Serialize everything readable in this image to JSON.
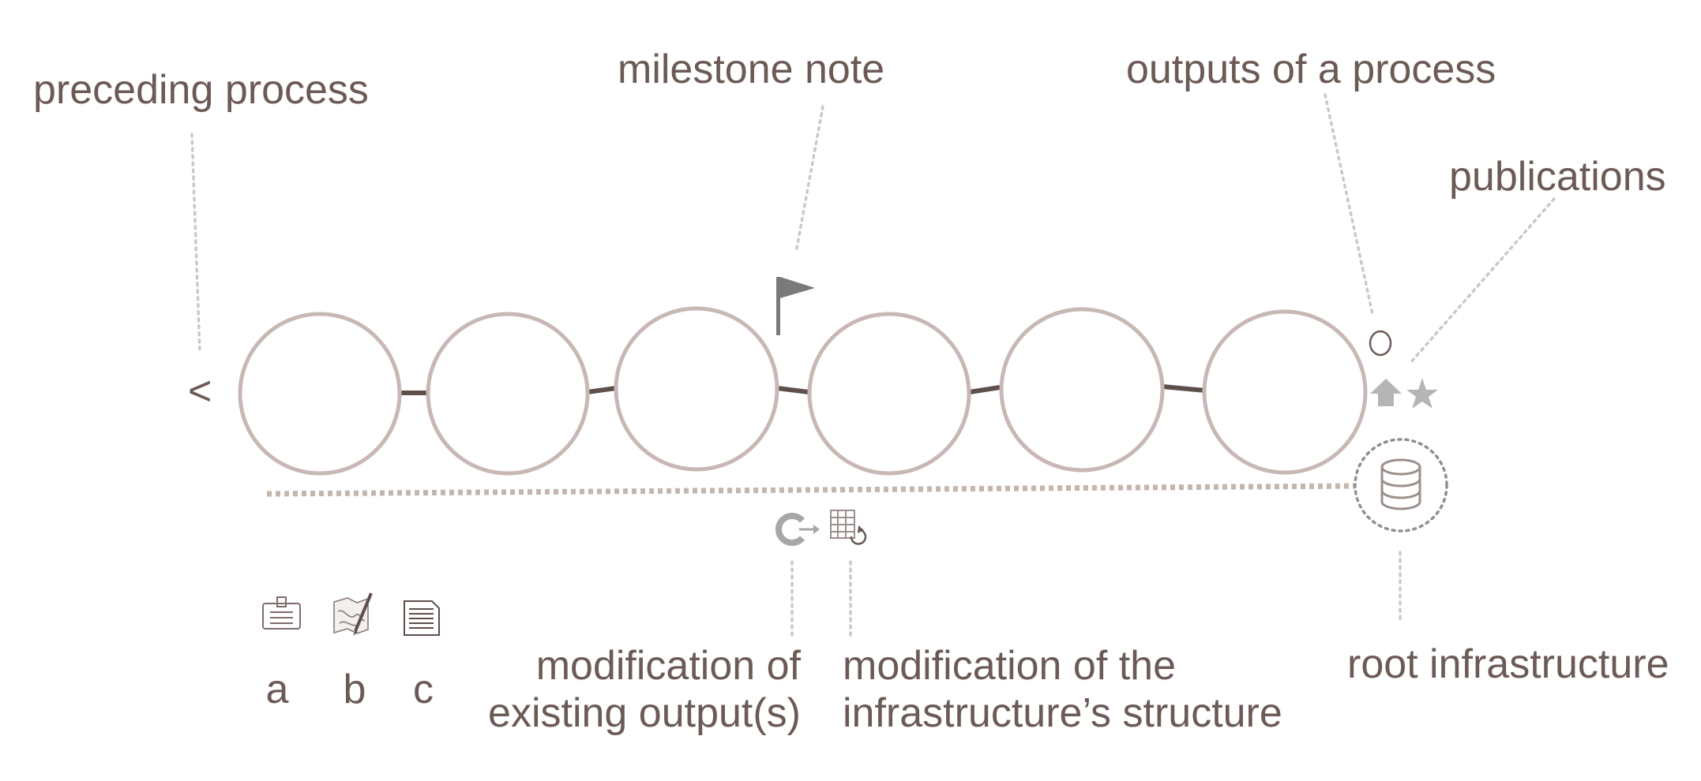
{
  "labels": {
    "preceding_process": "preceding process",
    "milestone_note": "milestone note",
    "outputs_of_process": "outputs of a process",
    "publications": "publications",
    "modification_existing_line1": "modification of",
    "modification_existing_line2": "existing output(s)",
    "modification_structure_line1": "modification of the",
    "modification_structure_line2": "infrastructure’s structure",
    "root_infrastructure": "root infrastructure",
    "back_chevron": "<"
  },
  "legend": {
    "items": [
      {
        "letter": "a",
        "icon": "badge-icon"
      },
      {
        "letter": "b",
        "icon": "map-edit-icon"
      },
      {
        "letter": "c",
        "icon": "document-icon"
      }
    ]
  },
  "process": {
    "step_count": 6
  },
  "colors": {
    "text": "#6b5a55",
    "circle_stroke": "#c8b8b5",
    "connector": "#5e4f4b",
    "leader_line": "#c9c9c9",
    "dotted_timeline": "#c2b6ae",
    "flag": "#7a7a7a",
    "icon_gray": "#b5b5b5"
  }
}
